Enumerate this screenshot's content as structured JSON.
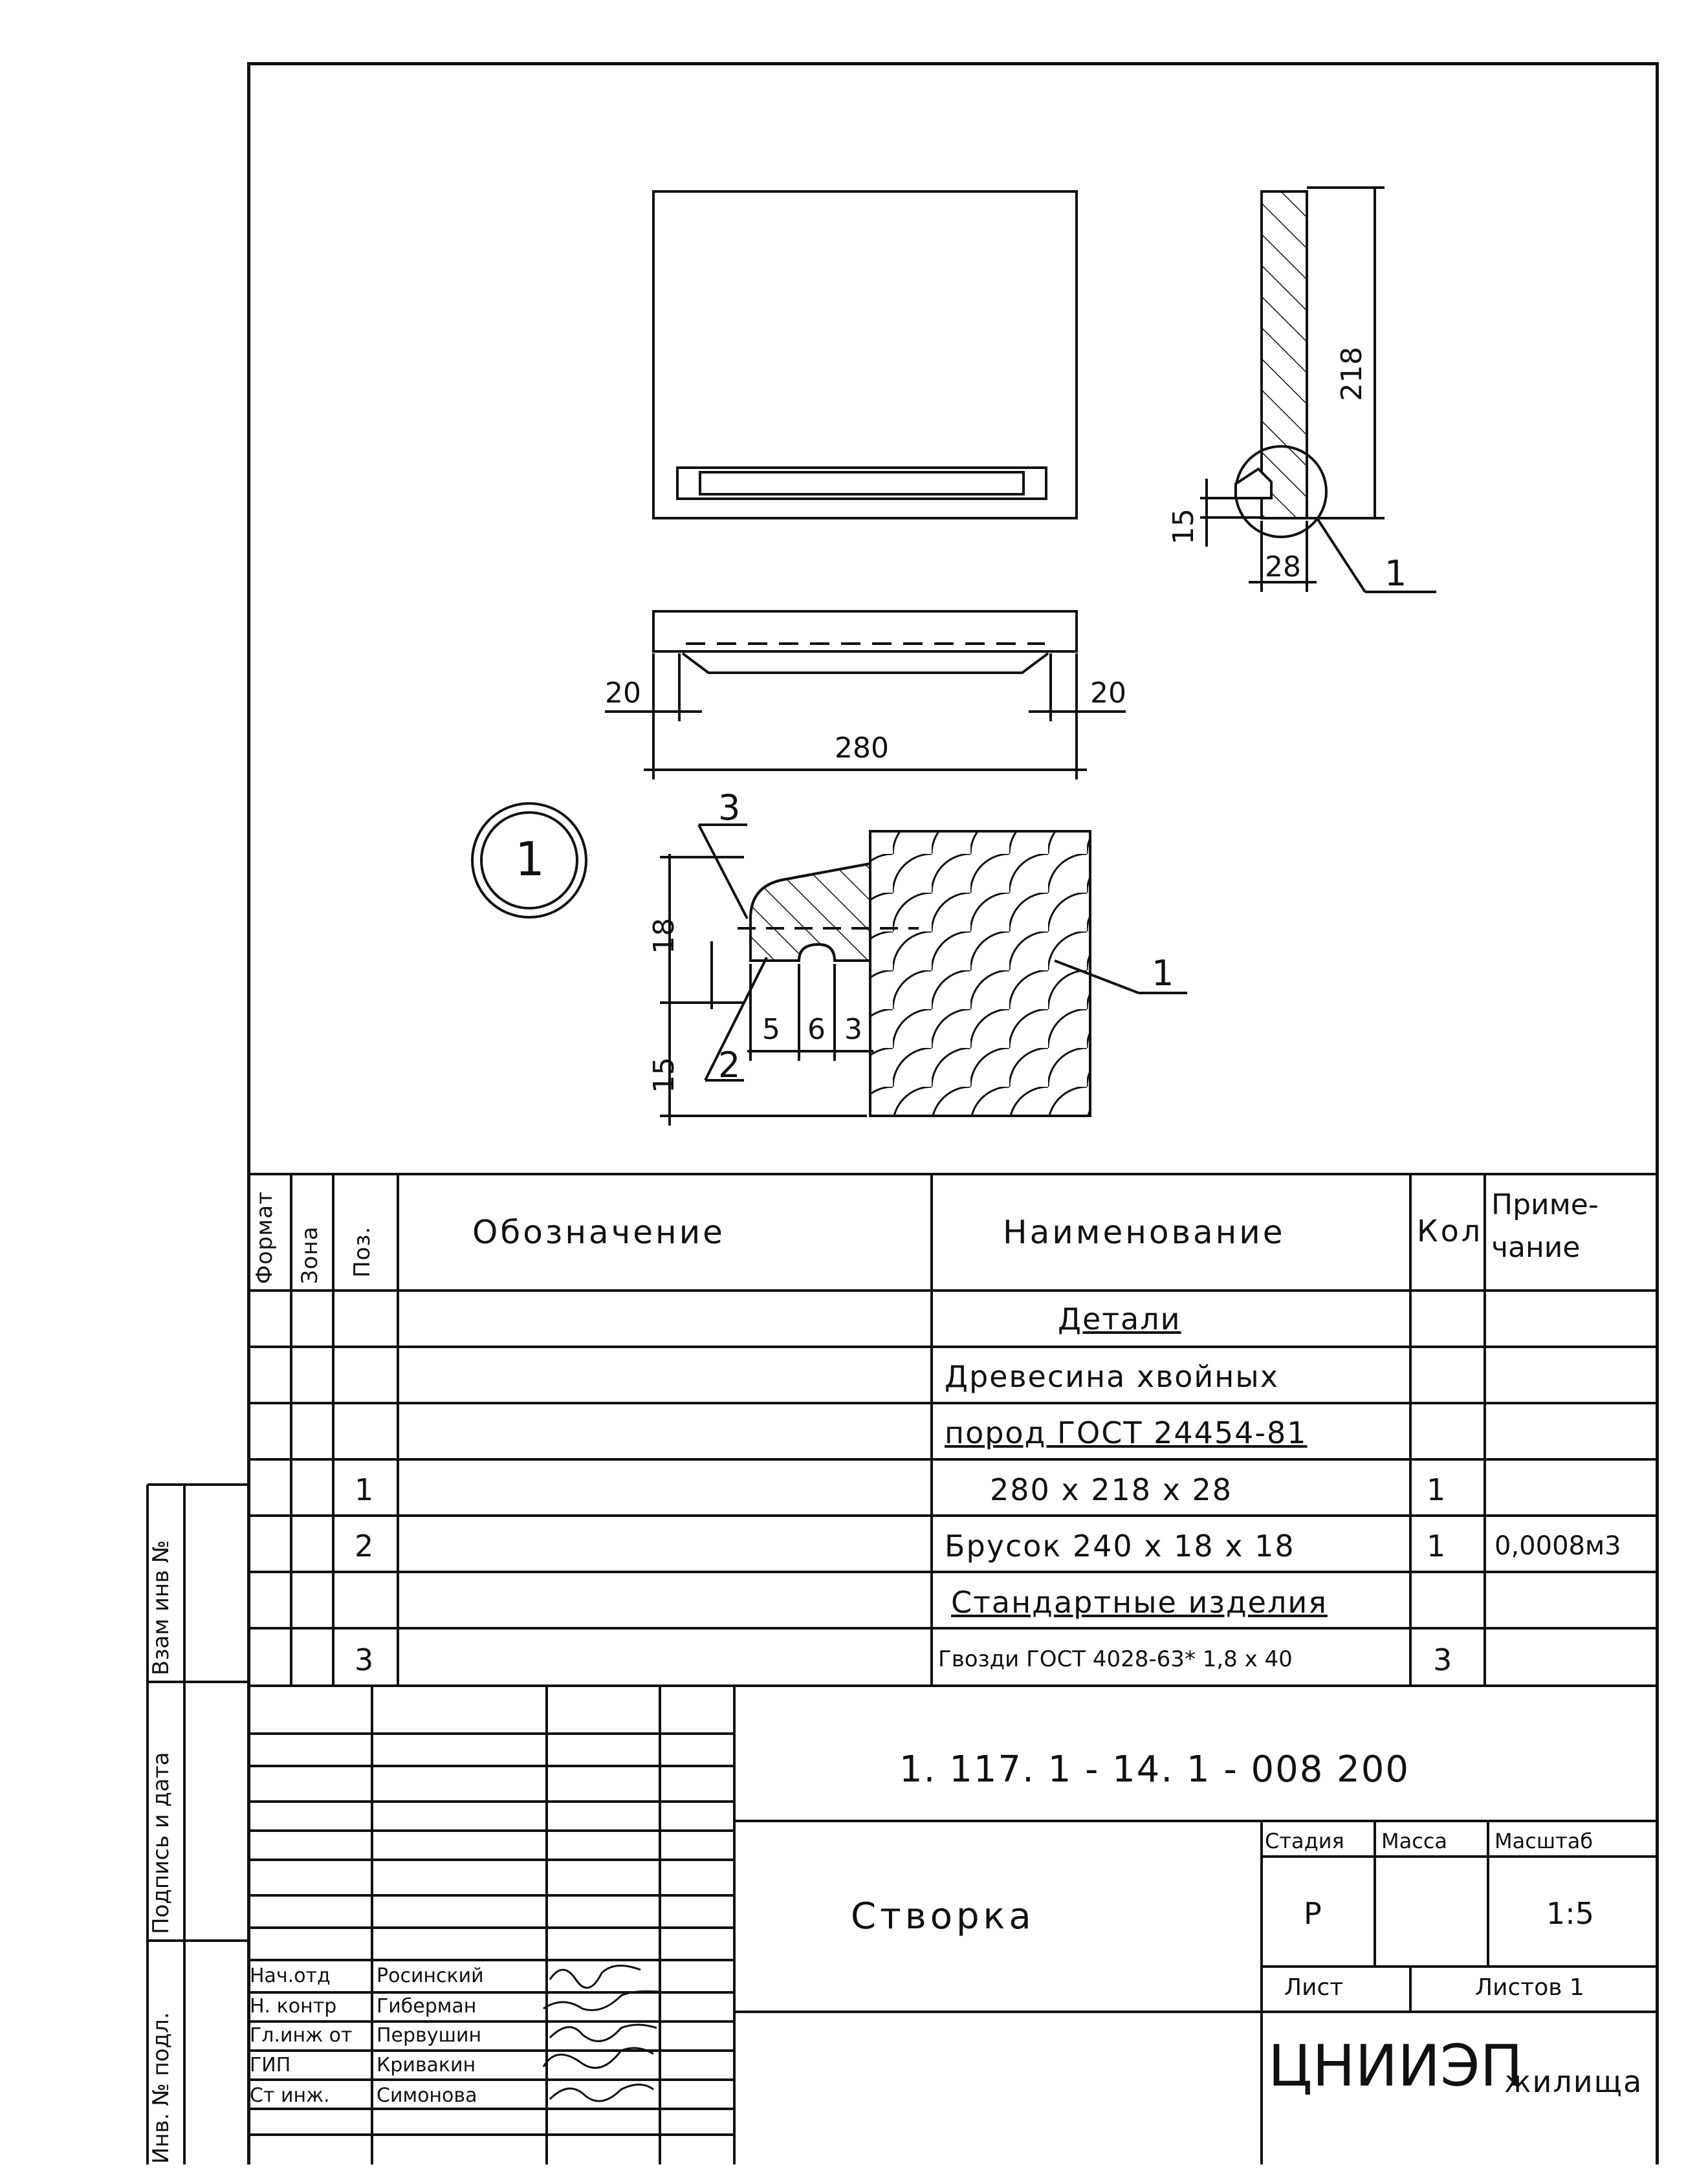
{
  "drawing": {
    "dimensions": {
      "height_218": "218",
      "d15": "15",
      "d28": "28",
      "left20": "20",
      "right20": "20",
      "width280": "280",
      "det18": "18",
      "det15": "15",
      "det5": "5",
      "det6": "6",
      "det3": "3"
    },
    "callouts": {
      "pos1_side": "1",
      "pos1_detail": "1",
      "pos2": "2",
      "pos3": "3",
      "detail_marker": "1"
    }
  },
  "spec": {
    "headers": {
      "format": "Формат",
      "zone": "Зона",
      "pos": "Поз.",
      "designation": "Обозначение",
      "name": "Наименование",
      "qty": "Кол",
      "note": "Приме-\nчание"
    },
    "rows": [
      {
        "pos": "",
        "name": "Детали",
        "qty": "",
        "note": ""
      },
      {
        "pos": "",
        "name": "Древесина хвойных",
        "qty": "",
        "note": ""
      },
      {
        "pos": "",
        "name": "пород  ГОСТ 24454-81",
        "qty": "",
        "note": ""
      },
      {
        "pos": "1",
        "name": "280 х 218 х 28",
        "qty": "1",
        "note": ""
      },
      {
        "pos": "2",
        "name": "Брусок  240 х 18 х 18",
        "qty": "1",
        "note": "0,0008м3"
      },
      {
        "pos": "",
        "name": "Стандартные  изделия",
        "qty": "",
        "note": ""
      },
      {
        "pos": "3",
        "name": "Гвозди ГОСТ 4028-63* 1,8 х 40",
        "qty": "3",
        "note": ""
      }
    ]
  },
  "titleblock": {
    "code": "1. 117. 1 - 14. 1 - 008 200",
    "title": "Створка",
    "stage_label": "Стадия",
    "mass_label": "Масса",
    "scale_label": "Масштаб",
    "stage": "Р",
    "mass": "",
    "scale": "1:5",
    "sheet_label": "Лист",
    "sheets_label": "Листов 1",
    "org": "ЦНИИЭП",
    "org_sub": "жилища",
    "staff": [
      {
        "role": "Нач.отд",
        "name": "Росинский"
      },
      {
        "role": "Н. контр",
        "name": "Гиберман"
      },
      {
        "role": "Гл.инж от",
        "name": "Первушин"
      },
      {
        "role": "ГИП",
        "name": "Кривакин"
      },
      {
        "role": "Ст инж.",
        "name": "Симонова"
      }
    ]
  },
  "sidebar": {
    "inv_orig": "Инв. № подл.",
    "sign_date": "Подпись и дата",
    "replaced_inv": "Взам инв №"
  }
}
